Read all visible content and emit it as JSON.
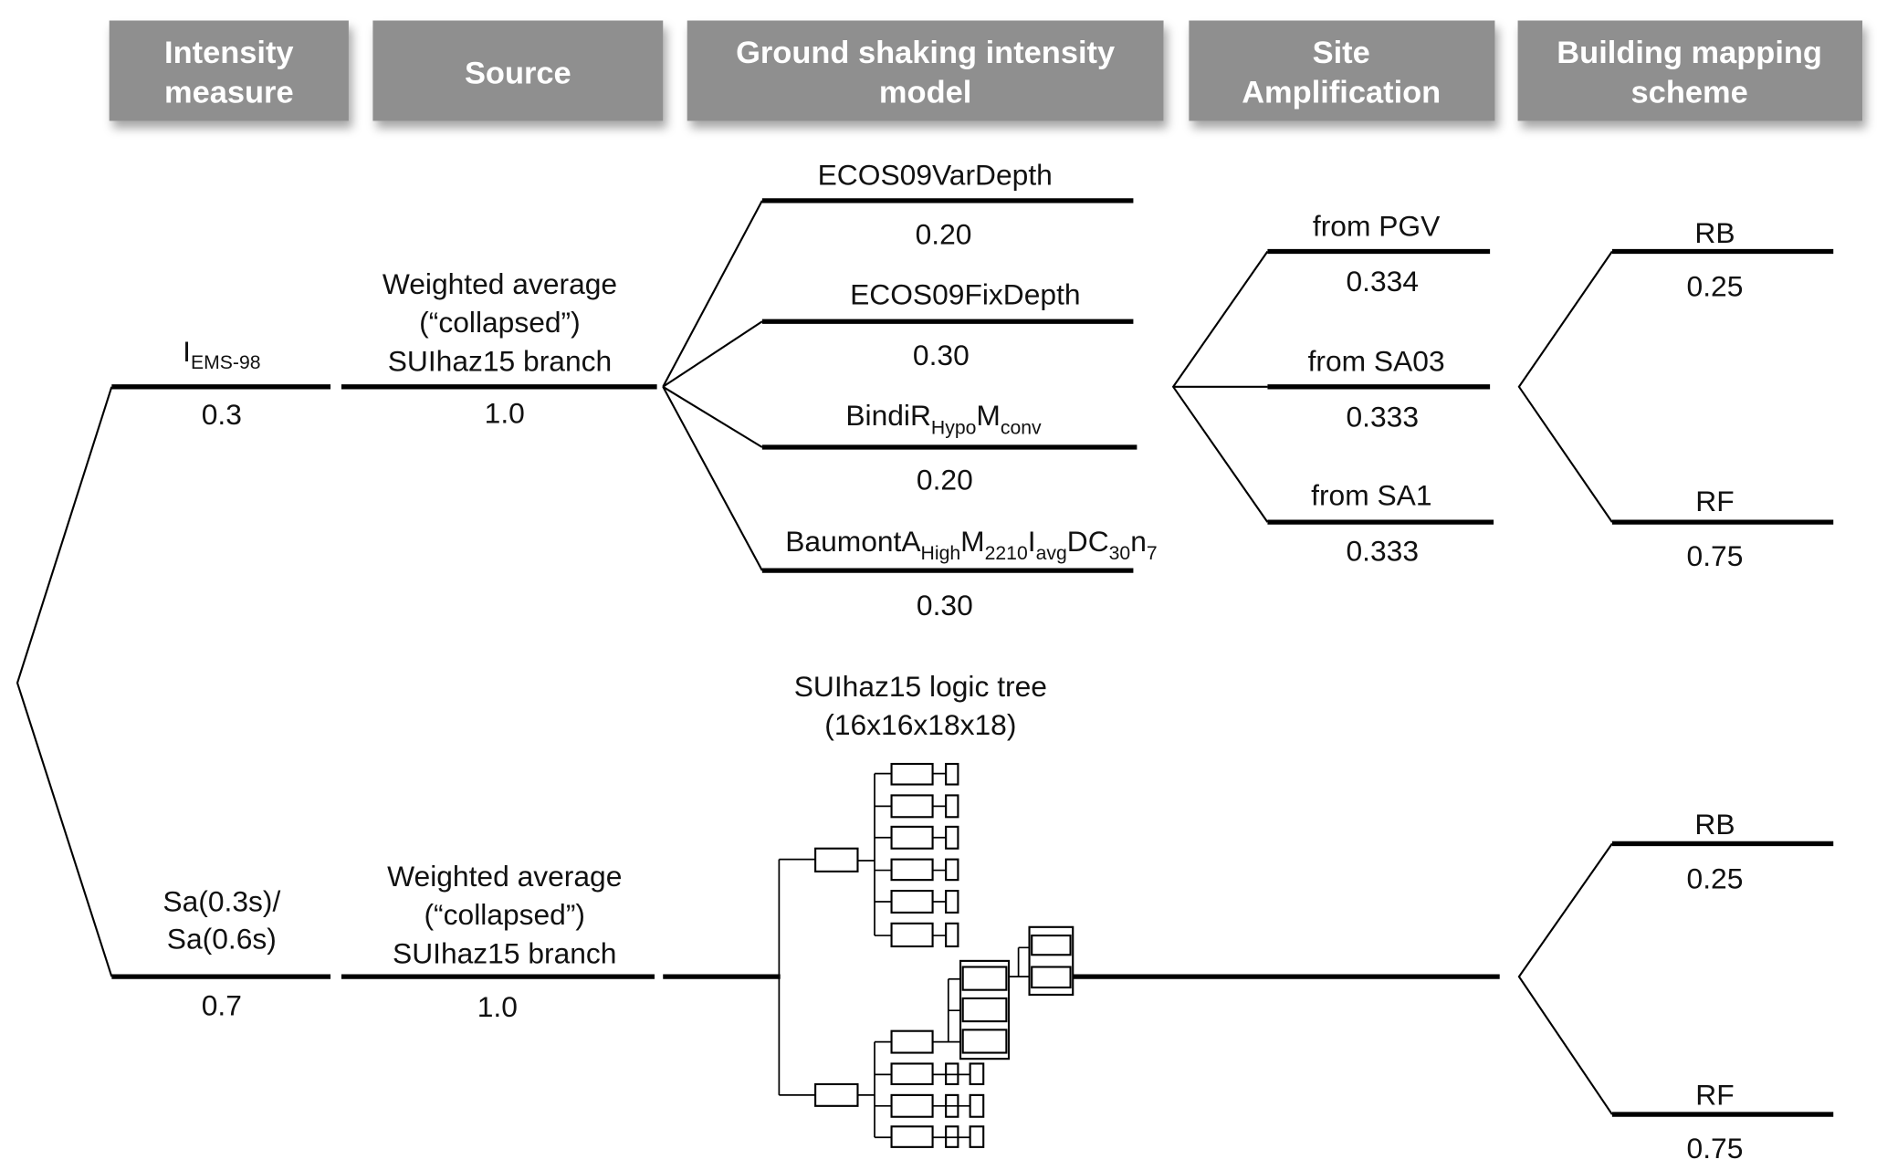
{
  "headers": [
    {
      "line1": "Intensity",
      "line2": "measure"
    },
    {
      "line1": "Source"
    },
    {
      "line1": "Ground shaking intensity",
      "line2": "model"
    },
    {
      "line1": "Site",
      "line2": "Amplification"
    },
    {
      "line1": "Building mapping",
      "line2": "scheme"
    }
  ],
  "intensity_measure": {
    "upper": {
      "main": "I",
      "sub": "EMS-98",
      "weight": "0.3"
    },
    "lower": {
      "line1": "Sa(0.3s)/",
      "line2": "Sa(0.6s)",
      "weight": "0.7"
    }
  },
  "source": {
    "upper": {
      "line1": "Weighted average",
      "line2": "(“collapsed”)",
      "line3": "SUIhaz15 branch",
      "weight": "1.0"
    },
    "lower": {
      "line1": "Weighted average",
      "line2": "(“collapsed”)",
      "line3": "SUIhaz15 branch",
      "weight": "1.0"
    }
  },
  "gmpe": {
    "branches": [
      {
        "label": "ECOS09VarDepth",
        "weight": "0.20"
      },
      {
        "label": "ECOS09FixDepth",
        "weight": "0.30"
      },
      {
        "label_parts": [
          "BindiR",
          "Hypo",
          "M",
          "conv"
        ],
        "weight": "0.20"
      },
      {
        "label_parts": [
          "BaumontA",
          "High",
          "M",
          "2210",
          "I",
          "avg",
          "DC",
          "30",
          "n",
          "7"
        ],
        "weight": "0.30"
      }
    ],
    "logic_tree_title": "SUIhaz15 logic tree",
    "logic_tree_size": "(16x16x18x18)"
  },
  "site_amplification": {
    "branches": [
      {
        "label": "from PGV",
        "weight": "0.334"
      },
      {
        "label": "from SA03",
        "weight": "0.333"
      },
      {
        "label": "from SA1",
        "weight": "0.333"
      }
    ]
  },
  "building_mapping": {
    "upper": [
      {
        "label": "RB",
        "weight": "0.25"
      },
      {
        "label": "RF",
        "weight": "0.75"
      }
    ],
    "lower": [
      {
        "label": "RB",
        "weight": "0.25"
      },
      {
        "label": "RF",
        "weight": "0.75"
      }
    ]
  },
  "colors": {
    "header_fill": "#8f8f8f",
    "header_text": "#ffffff",
    "lines": "#000000"
  }
}
